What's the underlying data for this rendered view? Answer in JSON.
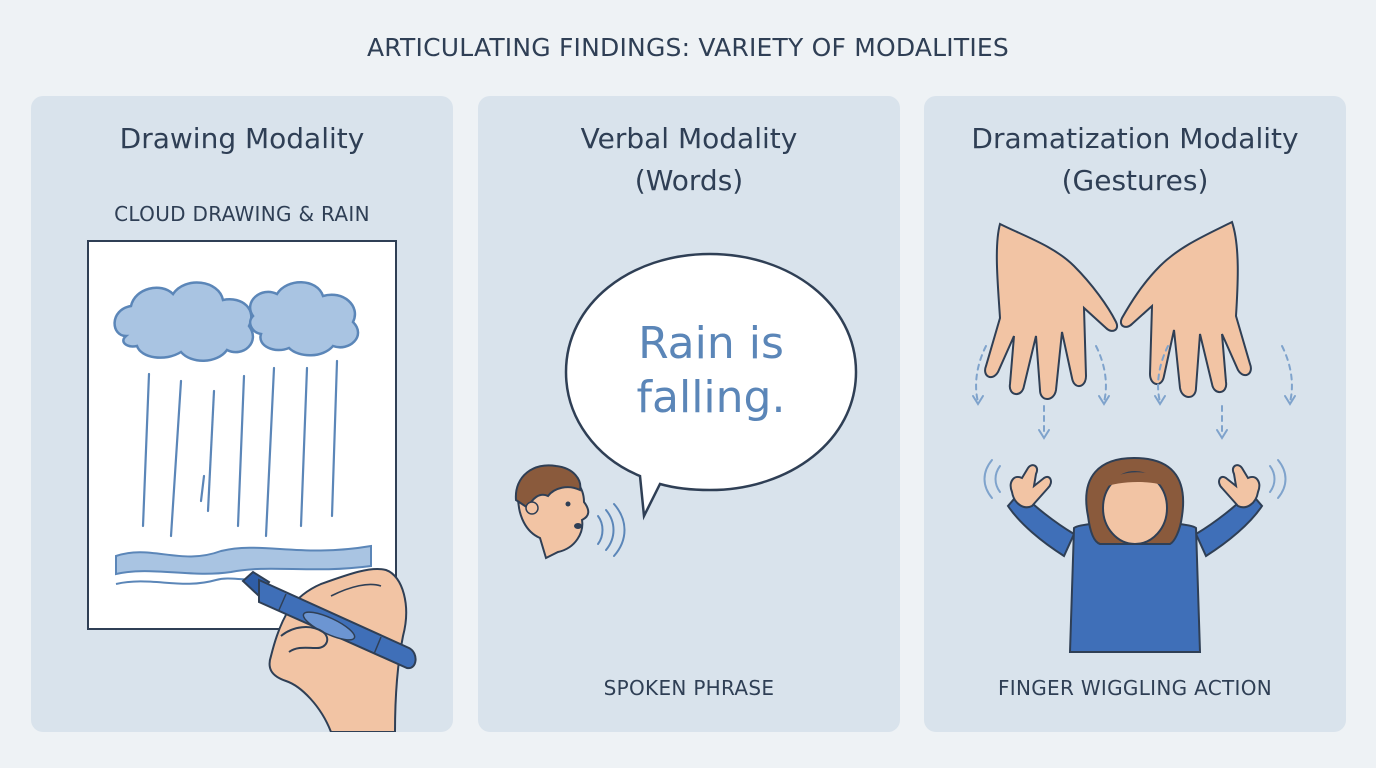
{
  "title": "ARTICULATING FINDINGS: VARIETY OF MODALITIES",
  "panels": [
    {
      "heading_line1": "Drawing Modality",
      "top_caption": "CLOUD DRAWING & RAIN",
      "icons": [
        "paper-icon",
        "cloud-icon",
        "rain-icon",
        "crayon-icon",
        "hand-icon"
      ]
    },
    {
      "heading_line1": "Verbal Modality",
      "heading_line2": "(Words)",
      "speech_line1": "Rain is",
      "speech_line2": "falling.",
      "bottom_caption": "SPOKEN PHRASE",
      "icons": [
        "speech-bubble-icon",
        "boy-head-icon",
        "sound-waves-icon"
      ]
    },
    {
      "heading_line1": "Dramatization Modality",
      "heading_line2": "(Gestures)",
      "bottom_caption": "FINGER WIGGLING ACTION",
      "icons": [
        "left-hand-icon",
        "right-hand-icon",
        "down-arrows-icon",
        "girl-icon"
      ]
    }
  ],
  "colors": {
    "background": "#eef2f5",
    "panel": "#d9e3ec",
    "text": "#2f3f55",
    "accent_blue": "#5b86b8",
    "skin": "#f2c4a4"
  }
}
